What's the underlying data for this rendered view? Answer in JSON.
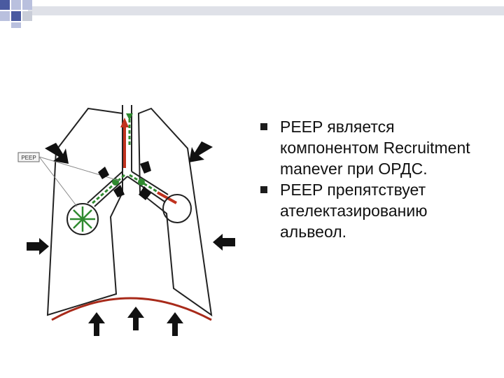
{
  "slide": {
    "bullets": [
      {
        "text": "PEEP является компонентом Recruitment manever при ОРДС."
      },
      {
        "text": "PEEP препятствует ателектазированию альвеол."
      }
    ]
  },
  "diagram": {
    "peep_label": "PEEP",
    "colors": {
      "outline": "#222222",
      "red_flow": "#c0321e",
      "green_flow": "#2f8a2f",
      "diaphragm": "#a82a1a",
      "arrows": "#111111",
      "header_square_dark": "#4a5aa0",
      "header_square_light": "#b9c0de"
    }
  }
}
